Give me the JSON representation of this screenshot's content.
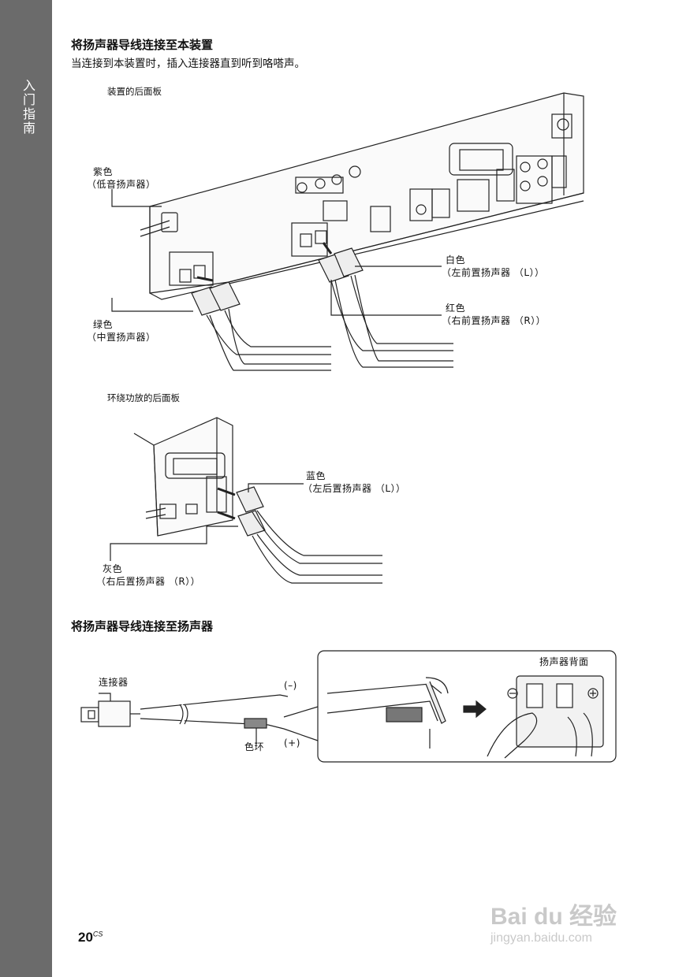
{
  "side_tab": {
    "label": "入门指南"
  },
  "section1": {
    "heading": "将扬声器导线连接至本装置",
    "instruction": "当连接到本装置时，插入连接器直到听到咯嗒声。",
    "unit_caption": "装置的后面板",
    "labels": {
      "purple": "紫色",
      "purple_desc": "（低音扬声器）",
      "green": "绿色",
      "green_desc": "（中置扬声器）",
      "white": "白色",
      "white_desc": "（左前置扬声器 （L））",
      "red": "红色",
      "red_desc": "（右前置扬声器 （R））"
    },
    "amp_caption": "环绕功放的后面板",
    "amp_labels": {
      "blue": "蓝色",
      "blue_desc": "（左后置扬声器 （L））",
      "gray": "灰色",
      "gray_desc": "（右后置扬声器 （R））"
    }
  },
  "section2": {
    "heading": "将扬声器导线连接至扬声器",
    "connector": "连接器",
    "minus": "(–)",
    "plus": "(+)",
    "color_ring": "色环",
    "speaker_back": "扬声器背面"
  },
  "footer": {
    "page_number": "20",
    "page_suffix": "CS"
  },
  "watermark": {
    "brand": "Bai du 经验",
    "url": "jingyan.baidu.com"
  },
  "colors": {
    "side_tab": "#6b6b6b",
    "line": "#222222",
    "panel": "#f2f2f2"
  }
}
